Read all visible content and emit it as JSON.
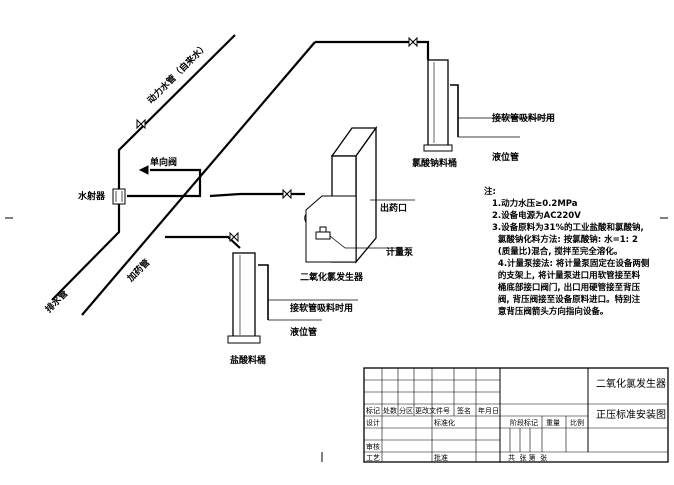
{
  "labels": {
    "power_pipe": "动力水管（自来水）",
    "check_valve": "单向阀",
    "ejector": "水射器",
    "drain_pipe": "排水管",
    "dosing_pipe": "加药管",
    "chlorate_suction": "接软管吸料时用",
    "chlorate_level": "液位管",
    "chlorate_tank": "氯酸钠料桶",
    "outlet": "出药口",
    "meter_pump": "计量泵",
    "generator": "二氧化氯发生器",
    "hcl_suction": "接软管吸料时用",
    "hcl_level": "液位管",
    "hcl_tank": "盐酸料桶"
  },
  "notes": {
    "title": "注:",
    "lines": [
      "1.动力水压≥0.2MPa",
      "2.设备电源为AC220V",
      "3.设备原料为31%的工业盐酸和氯酸钠,",
      "  氯酸钠化料方法: 按氯酸钠: 水=1: 2",
      "  (质量比)混合, 搅拌至完全溶化。",
      "  4.计量泵接法: 将计量泵固定在设备两侧",
      "  的支架上, 将计量泵进口用软管接至料",
      "  桶底部接口阀门, 出口用硬管接至背压",
      "  阀, 背压阀接至设备原料进口。特别注",
      "  意背压阀箭头方向指向设备。"
    ]
  },
  "titleblock": {
    "name_line1": "二氧化氯发生器",
    "name_line2": "正压标准安装图",
    "row_headers": [
      "标记",
      "处数",
      "分区",
      "更改文件号",
      "签名",
      "年月日"
    ],
    "design": "设计",
    "standardize": "标准化",
    "review": "审核",
    "process": "工艺",
    "approve": "批准",
    "stage_mark": "阶段标记",
    "weight": "重量",
    "scale": "比例",
    "sheets": "共  张 第  张"
  }
}
